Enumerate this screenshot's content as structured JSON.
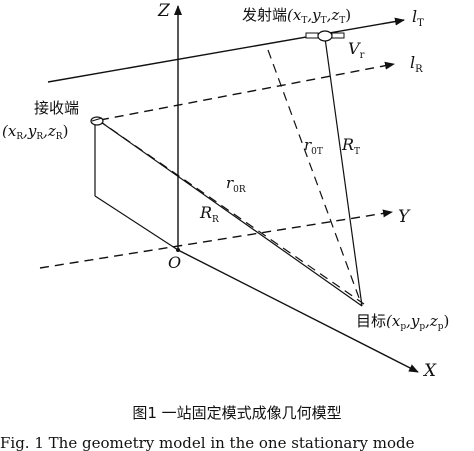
{
  "axes": {
    "z": "Z",
    "y": "Y",
    "x": "X",
    "origin": "O"
  },
  "transmitter": {
    "label": "发射端",
    "coords": "(x",
    "sub_t": "T",
    "sep": ",y",
    "close": ",z",
    "end": ")"
  },
  "receiver": {
    "label": "接收端",
    "coords": "(x",
    "sub_r": "R",
    "sep": ",y",
    "close": ",z",
    "end": ")"
  },
  "target": {
    "label": "目标",
    "coords": "(x",
    "sub_p": "p",
    "sep": ",y",
    "close": ",z",
    "end": ")"
  },
  "lines": {
    "lt": "l",
    "lt_sub": "T",
    "lr": "l",
    "lr_sub": "R",
    "vr": "V",
    "vr_sub": "r"
  },
  "ranges": {
    "r0r": "r",
    "r0r_sub": "0R",
    "r0t": "r",
    "r0t_sub": "0T",
    "rr": "R",
    "rr_sub": "R",
    "rt": "R",
    "rt_sub": "T"
  },
  "caption": {
    "cn": "图1  一站固定模式成像几何模型",
    "en": "Fig. 1   The geometry model in the one stationary mode"
  }
}
